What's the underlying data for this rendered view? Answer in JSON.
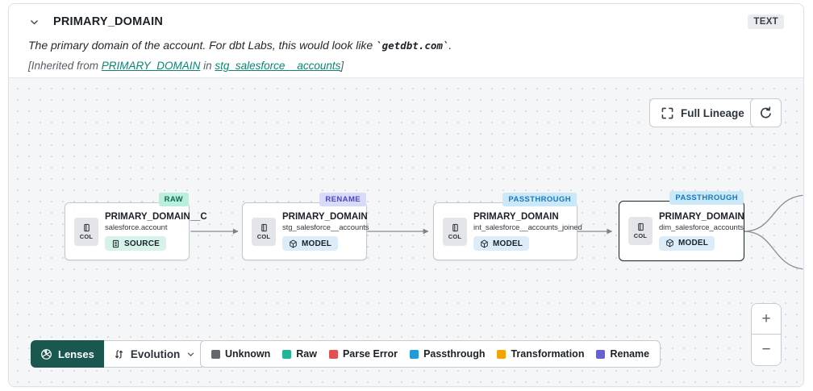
{
  "header": {
    "title": "PRIMARY_DOMAIN",
    "type_badge": "TEXT",
    "description": {
      "prefix": "The primary domain of the account. For dbt Labs, this would look like ",
      "code": "`getdbt.com`",
      "suffix": "."
    },
    "inherited": {
      "prefix": "[Inherited from ",
      "link_column": "PRIMARY_DOMAIN",
      "middle": " in ",
      "link_model": "stg_salesforce__accounts",
      "suffix": "]"
    }
  },
  "toolbar": {
    "full_lineage": "Full Lineage"
  },
  "nodes": [
    {
      "title": "PRIMARY_DOMAIN__C",
      "subtitle": "salesforce.account",
      "type_label": "SOURCE",
      "status": "RAW",
      "col_label": "COL",
      "status_bg": "#b9efdc",
      "status_fg": "#0e6a54"
    },
    {
      "title": "PRIMARY_DOMAIN",
      "subtitle": "stg_salesforce__accounts",
      "type_label": "MODEL",
      "status": "RENAME",
      "col_label": "COL",
      "status_bg": "#d9d9f8",
      "status_fg": "#4a48c0"
    },
    {
      "title": "PRIMARY_DOMAIN",
      "subtitle": "int_salesforce__accounts_joined",
      "type_label": "MODEL",
      "status": "PASSTHROUGH",
      "col_label": "COL",
      "status_bg": "#cbe8f9",
      "status_fg": "#1b79ba"
    },
    {
      "title": "PRIMARY_DOMAIN",
      "subtitle": "dim_salesforce_accounts",
      "type_label": "MODEL",
      "status": "PASSTHROUGH",
      "col_label": "COL",
      "status_bg": "#cbe8f9",
      "status_fg": "#1b79ba"
    }
  ],
  "lenses": {
    "button_label": "Lenses",
    "selected_lens": "Evolution"
  },
  "legend": {
    "items": [
      {
        "label": "Unknown",
        "color": "#63666b"
      },
      {
        "label": "Raw",
        "color": "#21b597"
      },
      {
        "label": "Parse Error",
        "color": "#e2504f"
      },
      {
        "label": "Passthrough",
        "color": "#1e9cd8"
      },
      {
        "label": "Transformation",
        "color": "#f4a302"
      },
      {
        "label": "Rename",
        "color": "#6462d3"
      }
    ]
  },
  "zoom_controls": {
    "zoom_in": "+",
    "zoom_out": "−"
  },
  "colors": {
    "accent_link": "#0c8573",
    "lenses_bg": "#19574f"
  }
}
